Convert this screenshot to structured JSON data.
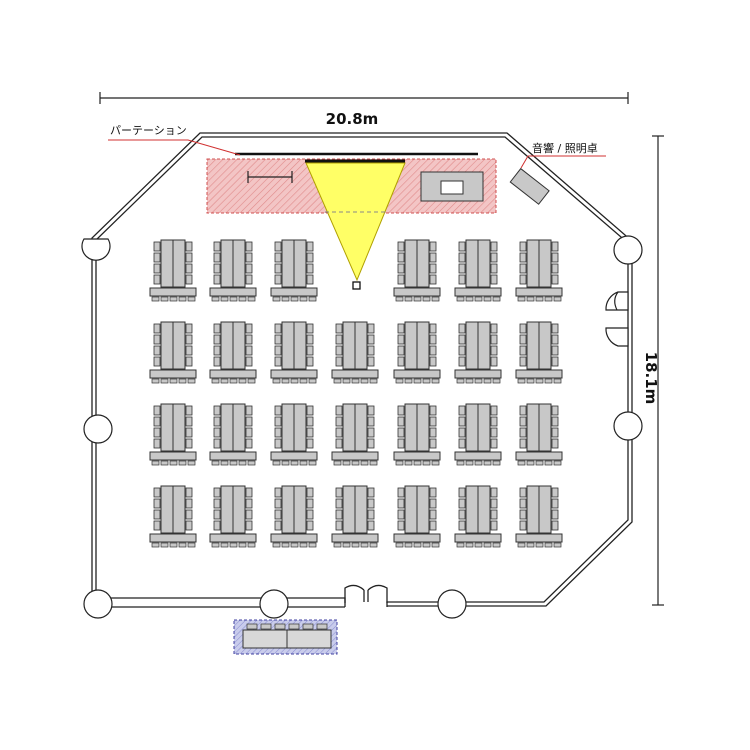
{
  "dimensions": {
    "width_label": "20.8m",
    "height_label": "18.1m"
  },
  "labels": {
    "partition": "パーテーション",
    "av_desk": "音響 / 照明卓"
  },
  "colors": {
    "stage_fill": "#f3c5c5",
    "stage_hatch": "#e08a8a",
    "stage_border": "#d05050",
    "projection": "#ffff66",
    "table_fill": "#c8c8c8",
    "table_line": "#333333",
    "wall": "#222222",
    "leader_line": "#d03030",
    "reception_fill": "#c4c8e8",
    "reception_border": "#4040a0"
  },
  "seating": {
    "rows": [
      [
        1,
        1,
        1,
        0,
        1,
        1,
        1
      ],
      [
        1,
        1,
        1,
        1,
        1,
        1,
        1
      ],
      [
        1,
        1,
        1,
        1,
        1,
        1,
        1
      ],
      [
        1,
        1,
        1,
        1,
        1,
        1,
        1
      ]
    ]
  }
}
